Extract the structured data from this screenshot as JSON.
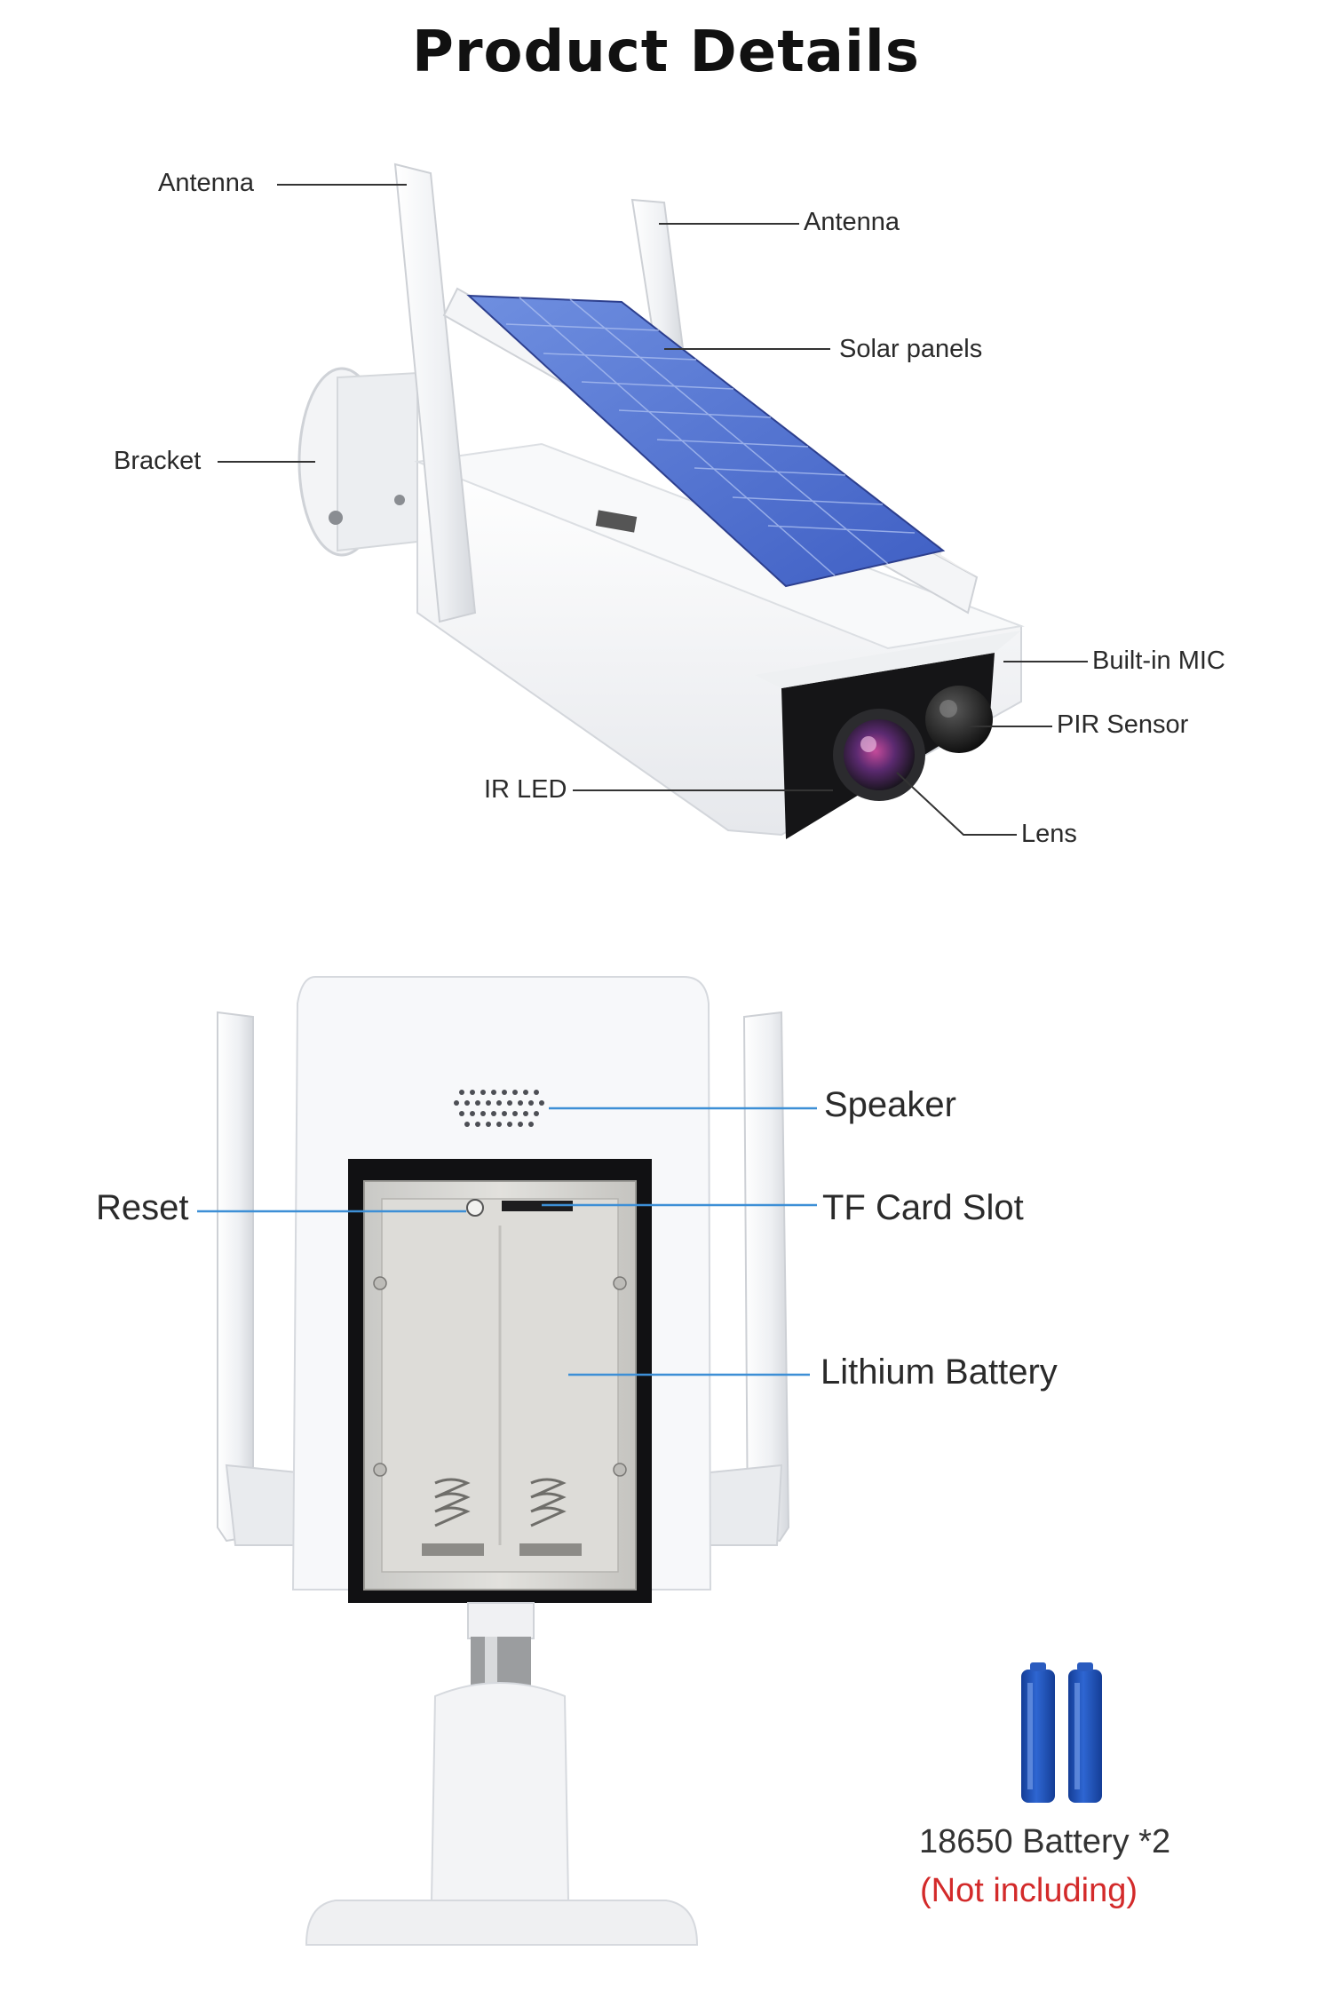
{
  "title": "Product Details",
  "top_labels": {
    "antenna_left": "Antenna",
    "antenna_right": "Antenna",
    "solar_panels": "Solar panels",
    "bracket": "Bracket",
    "builtin_mic": "Built-in MIC",
    "pir_sensor": "PIR Sensor",
    "ir_led": "IR LED",
    "lens": "Lens"
  },
  "bottom_labels": {
    "speaker": "Speaker",
    "reset": "Reset",
    "tf_card_slot": "TF Card Slot",
    "lithium_battery": "Lithium Battery"
  },
  "battery": {
    "title": "18650 Battery *2",
    "note": "(Not including)"
  },
  "colors": {
    "leader_line_top": "#333333",
    "leader_line_bottom": "#3d8fd6",
    "solar_blue": "#4a68c8",
    "battery_blue": "#1f4fb5",
    "note_red": "#d32a2a"
  }
}
